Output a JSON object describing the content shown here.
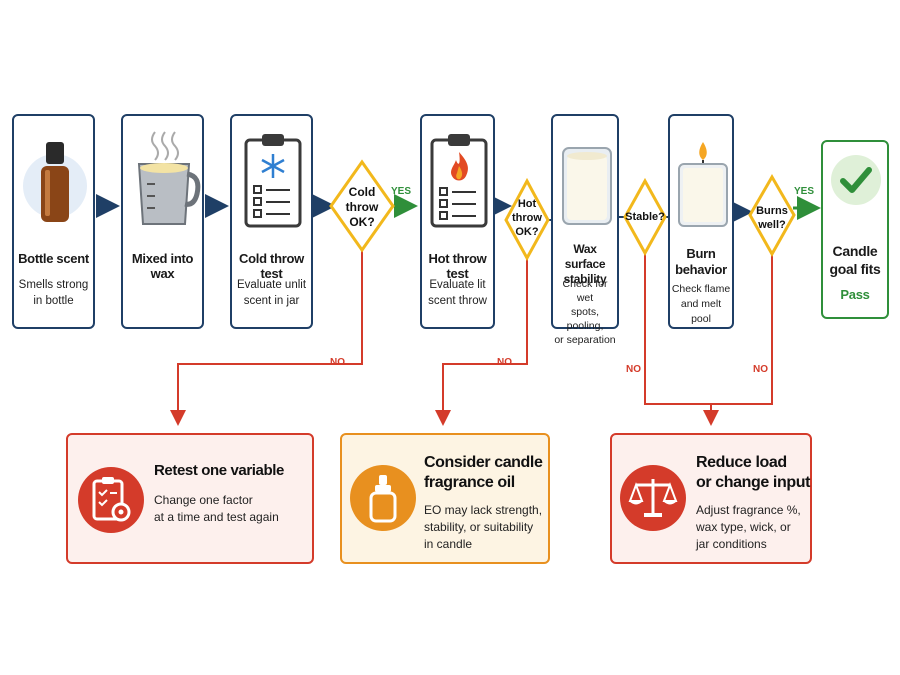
{
  "steps": {
    "bottle": {
      "title": "Bottle scent",
      "desc_line1": "Smells strong",
      "desc_line2": "in bottle",
      "icon": "essential-oil-bottle-icon"
    },
    "mixed": {
      "title": "Mixed into wax",
      "icon": "melted-wax-pitcher-icon"
    },
    "cold": {
      "title": "Cold throw test",
      "desc_line1": "Evaluate unlit",
      "desc_line2": "scent in jar",
      "icon": "clipboard-snowflake-icon"
    },
    "hot": {
      "title": "Hot throw test",
      "desc_line1": "Evaluate lit",
      "desc_line2": "scent throw",
      "icon": "clipboard-flame-icon"
    },
    "wax": {
      "title_line1": "Wax surface",
      "title_line2": "stability",
      "desc_line1": "Check for wet",
      "desc_line2": "spots, pooling,",
      "desc_line3": "or separation",
      "icon": "candle-jar-icon"
    },
    "burn": {
      "title_line1": "Burn",
      "title_line2": "behavior",
      "desc_line1": "Check flame",
      "desc_line2": "and melt pool",
      "icon": "lit-candle-icon"
    },
    "goal": {
      "title_line1": "Candle",
      "title_line2": "goal fits",
      "status": "Pass",
      "icon": "checkmark-icon"
    }
  },
  "decisions": {
    "cold": {
      "line1": "Cold",
      "line2": "throw",
      "line3": "OK?"
    },
    "hot": {
      "line1": "Hot",
      "line2": "throw",
      "line3": "OK?"
    },
    "stable": {
      "line1": "Stable?"
    },
    "burns": {
      "line1": "Burns",
      "line2": "well?"
    }
  },
  "edge_labels": {
    "yes": "YES",
    "no": "NO"
  },
  "outcomes": {
    "retest": {
      "title": "Retest one variable",
      "desc_line1": "Change one factor",
      "desc_line2": "at a time and test again",
      "icon": "clipboard-gear-icon"
    },
    "consider": {
      "title_line1": "Consider candle",
      "title_line2": "fragrance oil",
      "desc_line1": "EO may lack strength,",
      "desc_line2": "stability, or suitability",
      "desc_line3": "in candle",
      "icon": "fragrance-dropper-icon"
    },
    "reduce": {
      "title_line1": "Reduce load",
      "title_line2": "or change input",
      "desc_line1": "Adjust fragrance %,",
      "desc_line2": "wax type, wick, or",
      "desc_line3": "jar conditions",
      "icon": "balance-scale-icon"
    }
  },
  "colors": {
    "navy": "#1f3f66",
    "green": "#2f8f3a",
    "red": "#d43b2a",
    "orange": "#e8901f",
    "diamond": "#f2b81c"
  }
}
